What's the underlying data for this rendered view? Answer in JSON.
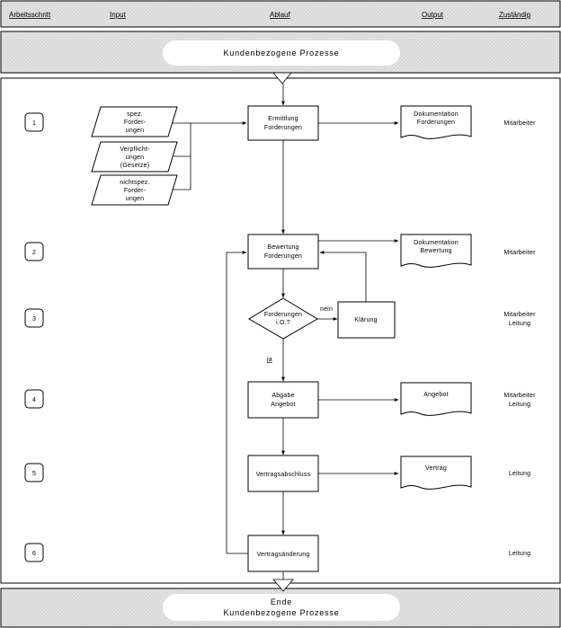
{
  "header": {
    "step": "Arbeitsschritt",
    "input": "Input",
    "flow": "Ablauf",
    "output": "Output",
    "responsible": "Zuständig"
  },
  "start_band": {
    "title": "Kundenbezogene Prozesse"
  },
  "end_band": {
    "line1": "Ende",
    "line2": "Kundenbezogene Prozesse"
  },
  "steps": [
    "1",
    "2",
    "3",
    "4",
    "5",
    "6"
  ],
  "inputs": [
    [
      "spez.",
      "Forder-",
      "ungen"
    ],
    [
      "Verpflicht-",
      "ungen",
      "(Gesetze)"
    ],
    [
      "nichtspez.",
      "Forder-",
      "ungen"
    ]
  ],
  "processes": {
    "ermittlung": [
      "Ermittlung",
      "Forderungen"
    ],
    "bewertung": [
      "Bewertung",
      "Forderungen"
    ],
    "abgabe": [
      "Abgabe",
      "Angebot"
    ],
    "vertragsabschluss": [
      "Vertragsabschluss"
    ],
    "vertragsaenderung": [
      "Vertragsänderung"
    ],
    "klaerung": [
      "Klärung"
    ]
  },
  "decision": {
    "lines": [
      "Forderungen",
      "i.O.?"
    ],
    "no": "nein",
    "yes": "ja"
  },
  "outputs": [
    [
      "Dokumentation",
      "Forderungen"
    ],
    [
      "Dokumentation",
      "Bewertung"
    ],
    [
      "Angebot"
    ],
    [
      "Vertrag"
    ]
  ],
  "responsible": [
    [
      "Mitarbeiter"
    ],
    [
      "Mitarbeiter"
    ],
    [
      "Mitarbeiter",
      "Leitung"
    ],
    [
      "Mitarbeiter",
      "Leitung"
    ],
    [
      "Leitung"
    ],
    [
      "Leitung"
    ]
  ],
  "colors": {
    "band": "#d9d9d9",
    "line": "#000000",
    "background": "#ffffff"
  }
}
